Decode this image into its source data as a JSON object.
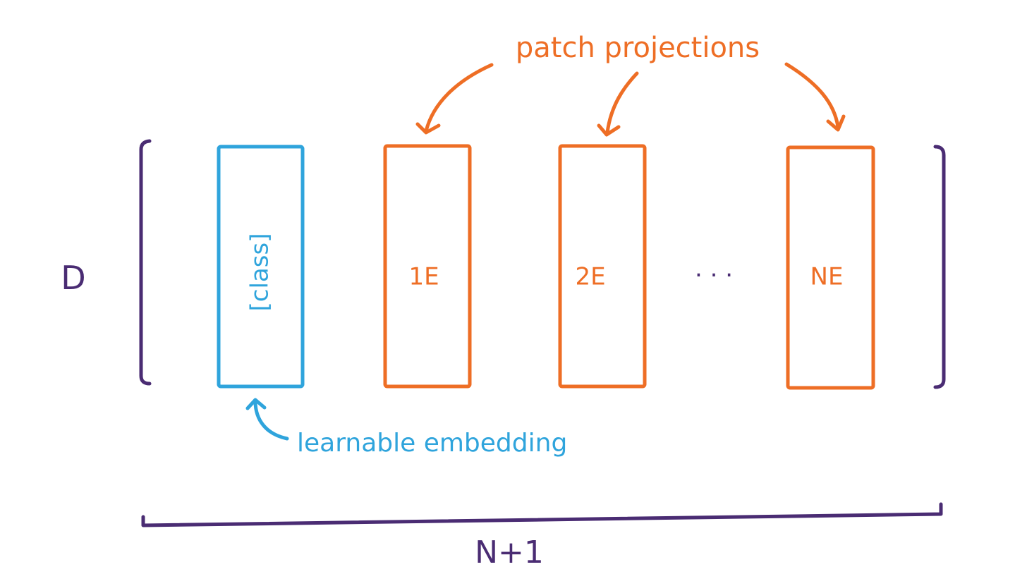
{
  "colors": {
    "purple": "#4a2c73",
    "orange": "#ee6e25",
    "blue": "#2fa4dc",
    "background": "#ffffff"
  },
  "dimension_label": "D",
  "width_label": "N+1",
  "class_token_label": "[class]",
  "patch_labels": [
    "1E",
    "2E",
    "NE"
  ],
  "ellipsis": ". . .",
  "annotations": {
    "top": "patch projections",
    "bottom": "learnable embedding"
  }
}
